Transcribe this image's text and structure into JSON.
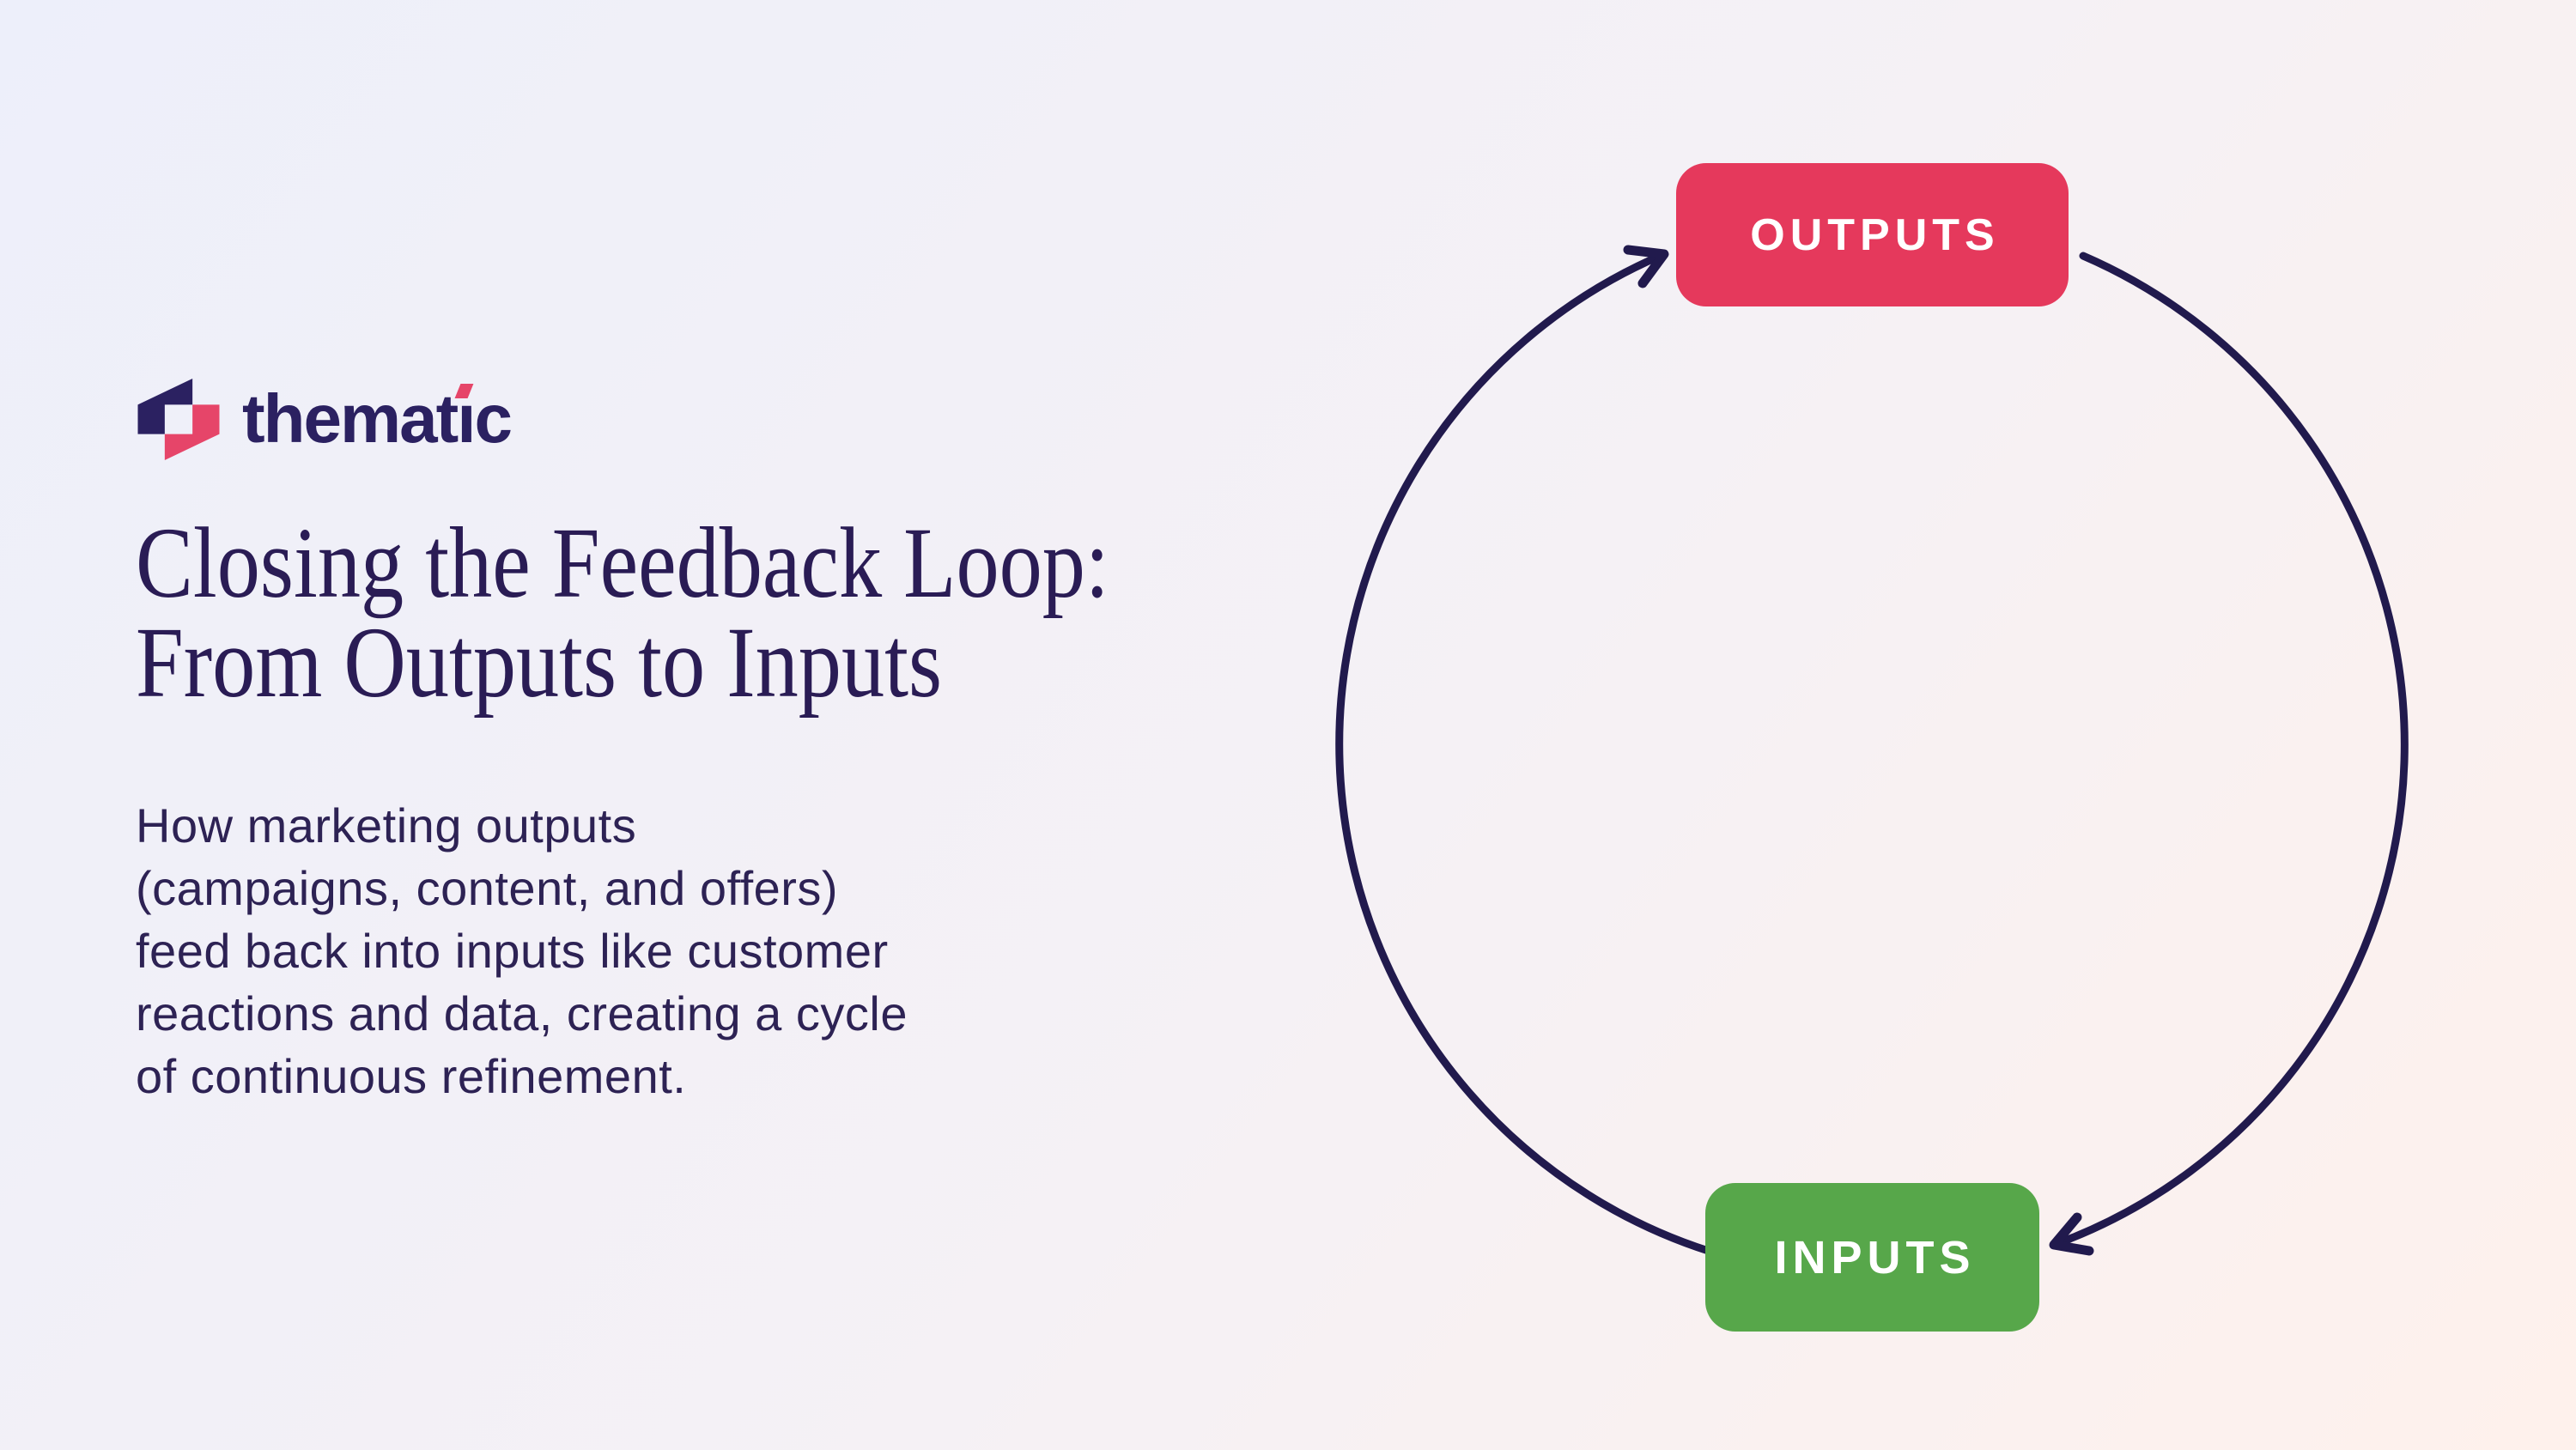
{
  "brand": {
    "name": "thematic",
    "segments": {
      "pre": "themat",
      "stem": "ı",
      "post": "c"
    }
  },
  "heading": {
    "line1": "Closing the Feedback Loop:",
    "line2": "From Outputs to Inputs"
  },
  "intro": {
    "lines": [
      "How marketing outputs",
      "(campaigns, content, and offers)",
      "feed back into inputs like customer",
      "reactions and data, creating a cycle",
      "of continuous refinement."
    ]
  },
  "diagram": {
    "type": "cycle",
    "flow": "clockwise",
    "nodes": [
      {
        "label": "OUTPUTS",
        "position": "top",
        "color": "#e5395c"
      },
      {
        "label": "INPUTS",
        "position": "bottom",
        "color": "#57a74a"
      }
    ],
    "outputs_label": "OUTPUTS",
    "inputs_label": "INPUTS"
  },
  "colors": {
    "background_start": "#edeffa",
    "background_end": "#fef1ec",
    "navy": "#2a1c55",
    "body_text": "#2d2254",
    "brand_navy": "#2b2161",
    "brand_pink": "#e64569",
    "outputs_red": "#e5395c",
    "inputs_green": "#57a74a",
    "arrow_navy": "#211a4d",
    "node_text": "#ffffff"
  }
}
